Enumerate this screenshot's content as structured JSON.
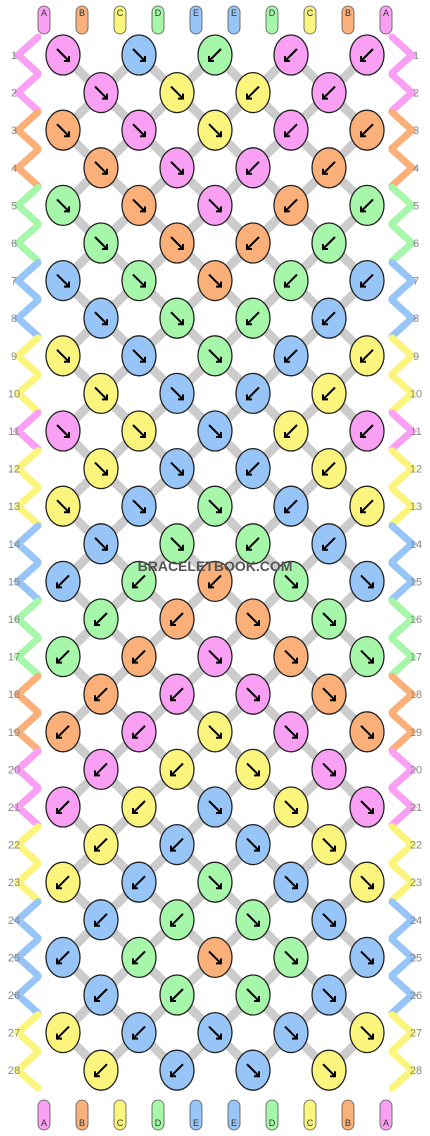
{
  "strand_labels_top": [
    "A",
    "B",
    "C",
    "D",
    "E",
    "E",
    "D",
    "C",
    "B",
    "A"
  ],
  "strand_labels_bottom": [
    "A",
    "B",
    "C",
    "D",
    "E",
    "E",
    "D",
    "C",
    "B",
    "A"
  ],
  "row_numbers": [
    "1",
    "2",
    "3",
    "4",
    "5",
    "6",
    "7",
    "8",
    "9",
    "10",
    "11",
    "12",
    "13",
    "14",
    "15",
    "16",
    "17",
    "18",
    "19",
    "20",
    "21",
    "22",
    "23",
    "24",
    "25",
    "26",
    "27",
    "28"
  ],
  "watermark": "BRACELETBOOK.COM",
  "colors": {
    "A": "#f9a0f5",
    "B": "#fbb07a",
    "C": "#fbf57e",
    "D": "#a7f7aa",
    "E": "#97c5f7",
    "knot_outline": "#222222",
    "arrow": "#000000",
    "row_number": "#888888",
    "grid_line": "#cccccc"
  },
  "knots": {
    "rows": [
      [
        "A",
        "E",
        "D",
        "A",
        "A"
      ],
      [
        "A",
        "C",
        "C",
        "A"
      ],
      [
        "B",
        "A",
        "C",
        "A",
        "B"
      ],
      [
        "B",
        "A",
        "A",
        "B"
      ],
      [
        "D",
        "B",
        "A",
        "B",
        "D"
      ],
      [
        "D",
        "B",
        "B",
        "D"
      ],
      [
        "E",
        "D",
        "B",
        "D",
        "E"
      ],
      [
        "E",
        "D",
        "D",
        "E"
      ],
      [
        "C",
        "E",
        "D",
        "E",
        "C"
      ],
      [
        "C",
        "E",
        "E",
        "C"
      ],
      [
        "A",
        "C",
        "E",
        "C",
        "A"
      ],
      [
        "C",
        "E",
        "E",
        "C"
      ],
      [
        "C",
        "E",
        "D",
        "E",
        "C"
      ],
      [
        "E",
        "D",
        "D",
        "E"
      ],
      [
        "E",
        "D",
        "B",
        "D",
        "E"
      ],
      [
        "D",
        "B",
        "B",
        "D"
      ],
      [
        "D",
        "B",
        "A",
        "B",
        "D"
      ],
      [
        "B",
        "A",
        "A",
        "B"
      ],
      [
        "B",
        "A",
        "C",
        "A",
        "B"
      ],
      [
        "A",
        "C",
        "C",
        "A"
      ],
      [
        "A",
        "C",
        "E",
        "C",
        "A"
      ],
      [
        "C",
        "E",
        "E",
        "C"
      ],
      [
        "C",
        "E",
        "D",
        "E",
        "C"
      ],
      [
        "E",
        "D",
        "D",
        "E"
      ],
      [
        "E",
        "D",
        "B",
        "D",
        "E"
      ],
      [
        "E",
        "D",
        "D",
        "E"
      ],
      [
        "C",
        "E",
        "E",
        "E",
        "C"
      ],
      [
        "C",
        "E",
        "E",
        "C"
      ]
    ],
    "arrows": [
      [
        "se",
        "se",
        "sw",
        "sw",
        "sw"
      ],
      [
        "se",
        "se",
        "sw",
        "sw"
      ],
      [
        "se",
        "se",
        "se",
        "sw",
        "sw"
      ],
      [
        "se",
        "se",
        "sw",
        "sw"
      ],
      [
        "se",
        "se",
        "se",
        "sw",
        "sw"
      ],
      [
        "se",
        "se",
        "sw",
        "sw"
      ],
      [
        "se",
        "se",
        "se",
        "sw",
        "sw"
      ],
      [
        "se",
        "se",
        "sw",
        "sw"
      ],
      [
        "se",
        "se",
        "se",
        "sw",
        "sw"
      ],
      [
        "se",
        "se",
        "sw",
        "sw"
      ],
      [
        "se",
        "se",
        "se",
        "sw",
        "sw"
      ],
      [
        "se",
        "se",
        "sw",
        "sw"
      ],
      [
        "se",
        "se",
        "se",
        "sw",
        "sw"
      ],
      [
        "se",
        "se",
        "sw",
        "sw"
      ],
      [
        "sw",
        "sw",
        "sw",
        "se",
        "se"
      ],
      [
        "sw",
        "sw",
        "se",
        "se"
      ],
      [
        "sw",
        "sw",
        "se",
        "se",
        "se"
      ],
      [
        "sw",
        "sw",
        "se",
        "se"
      ],
      [
        "sw",
        "sw",
        "se",
        "se",
        "se"
      ],
      [
        "sw",
        "sw",
        "se",
        "se"
      ],
      [
        "sw",
        "sw",
        "se",
        "se",
        "se"
      ],
      [
        "sw",
        "sw",
        "se",
        "se"
      ],
      [
        "sw",
        "sw",
        "se",
        "se",
        "se"
      ],
      [
        "sw",
        "sw",
        "se",
        "se"
      ],
      [
        "sw",
        "sw",
        "se",
        "se",
        "se"
      ],
      [
        "sw",
        "sw",
        "se",
        "se"
      ],
      [
        "sw",
        "sw",
        "se",
        "se",
        "se"
      ],
      [
        "sw",
        "sw",
        "se",
        "se"
      ]
    ]
  }
}
